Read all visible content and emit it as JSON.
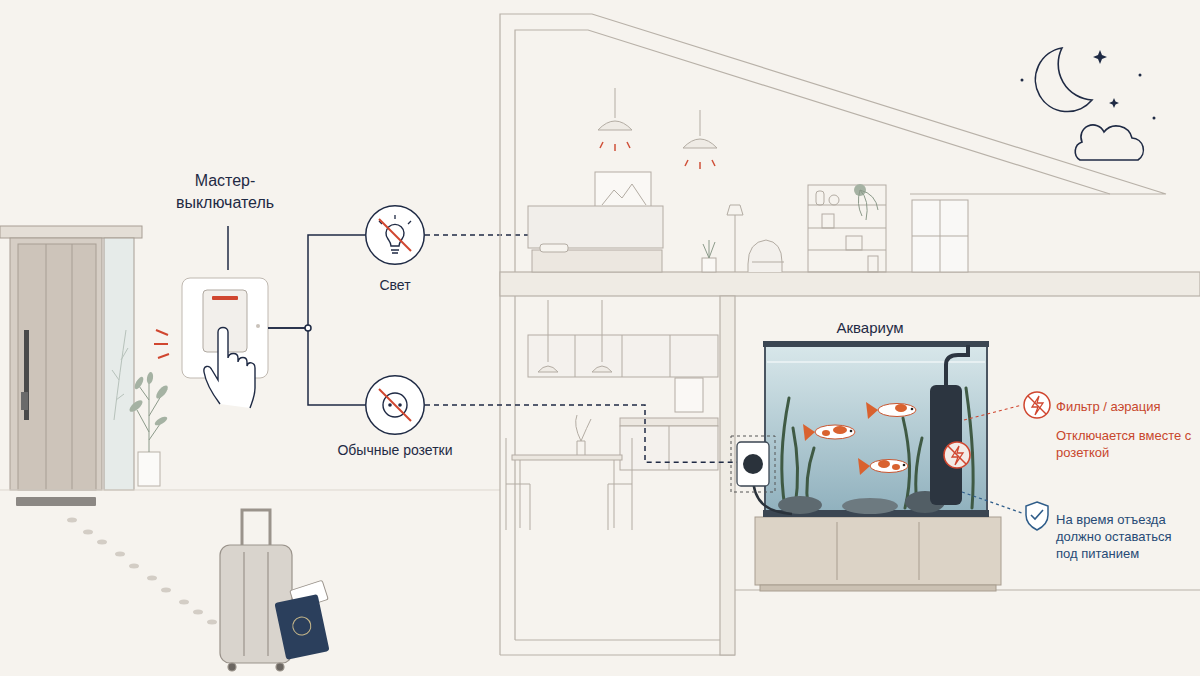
{
  "diagram": {
    "nodes": [
      {
        "text": [
          "Мастер- выключатель"
        ]
      },
      {
        "text": [
          "Свет"
        ]
      },
      {
        "text": [
          "Обычные розетки"
        ]
      },
      {
        "text": [
          "Аквариум"
        ]
      },
      {
        "text": [
          "Фильтр / аэрация",
          "Отключается вместе с розеткой"
        ]
      },
      {
        "text": [
          "На время отъезда должно оставаться под питанием"
        ]
      }
    ],
    "edges": [
      {
        "from": 0,
        "to": 1,
        "arrow": "none"
      },
      {
        "from": 0,
        "to": 2,
        "arrow": "none"
      },
      {
        "from": 2,
        "to": 3,
        "arrow": "none"
      }
    ]
  }
}
